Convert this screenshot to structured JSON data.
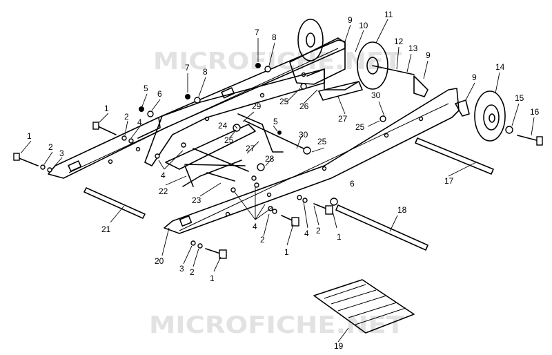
{
  "watermark": {
    "text": "MICROFICHE.NET"
  },
  "callouts": [
    {
      "id": "c1a",
      "label": "1"
    },
    {
      "id": "c1b",
      "label": "1"
    },
    {
      "id": "c1c",
      "label": "1"
    },
    {
      "id": "c1d",
      "label": "1"
    },
    {
      "id": "c1e",
      "label": "1"
    },
    {
      "id": "c2a",
      "label": "2"
    },
    {
      "id": "c2b",
      "label": "2"
    },
    {
      "id": "c2c",
      "label": "2"
    },
    {
      "id": "c2d",
      "label": "2"
    },
    {
      "id": "c2e",
      "label": "2"
    },
    {
      "id": "c3a",
      "label": "3"
    },
    {
      "id": "c3b",
      "label": "3"
    },
    {
      "id": "c4a",
      "label": "4"
    },
    {
      "id": "c4b",
      "label": "4"
    },
    {
      "id": "c4c",
      "label": "4"
    },
    {
      "id": "c4d",
      "label": "4"
    },
    {
      "id": "c5a",
      "label": "5"
    },
    {
      "id": "c5b",
      "label": "5"
    },
    {
      "id": "c6a",
      "label": "6"
    },
    {
      "id": "c6b",
      "label": "6"
    },
    {
      "id": "c7a",
      "label": "7"
    },
    {
      "id": "c7b",
      "label": "7"
    },
    {
      "id": "c8a",
      "label": "8"
    },
    {
      "id": "c8b",
      "label": "8"
    },
    {
      "id": "c9a",
      "label": "9"
    },
    {
      "id": "c9b",
      "label": "9"
    },
    {
      "id": "c9c",
      "label": "9"
    },
    {
      "id": "c10",
      "label": "10"
    },
    {
      "id": "c11",
      "label": "11"
    },
    {
      "id": "c12",
      "label": "12"
    },
    {
      "id": "c13",
      "label": "13"
    },
    {
      "id": "c14",
      "label": "14"
    },
    {
      "id": "c15",
      "label": "15"
    },
    {
      "id": "c16",
      "label": "16"
    },
    {
      "id": "c17",
      "label": "17"
    },
    {
      "id": "c18",
      "label": "18"
    },
    {
      "id": "c19",
      "label": "19"
    },
    {
      "id": "c20",
      "label": "20"
    },
    {
      "id": "c21",
      "label": "21"
    },
    {
      "id": "c22",
      "label": "22"
    },
    {
      "id": "c23",
      "label": "23"
    },
    {
      "id": "c24",
      "label": "24"
    },
    {
      "id": "c25a",
      "label": "25"
    },
    {
      "id": "c25b",
      "label": "25"
    },
    {
      "id": "c25c",
      "label": "25"
    },
    {
      "id": "c25d",
      "label": "25"
    },
    {
      "id": "c26",
      "label": "26"
    },
    {
      "id": "c27a",
      "label": "27"
    },
    {
      "id": "c27b",
      "label": "27"
    },
    {
      "id": "c28",
      "label": "28"
    },
    {
      "id": "c29",
      "label": "29"
    },
    {
      "id": "c30a",
      "label": "30"
    },
    {
      "id": "c30b",
      "label": "30"
    }
  ]
}
